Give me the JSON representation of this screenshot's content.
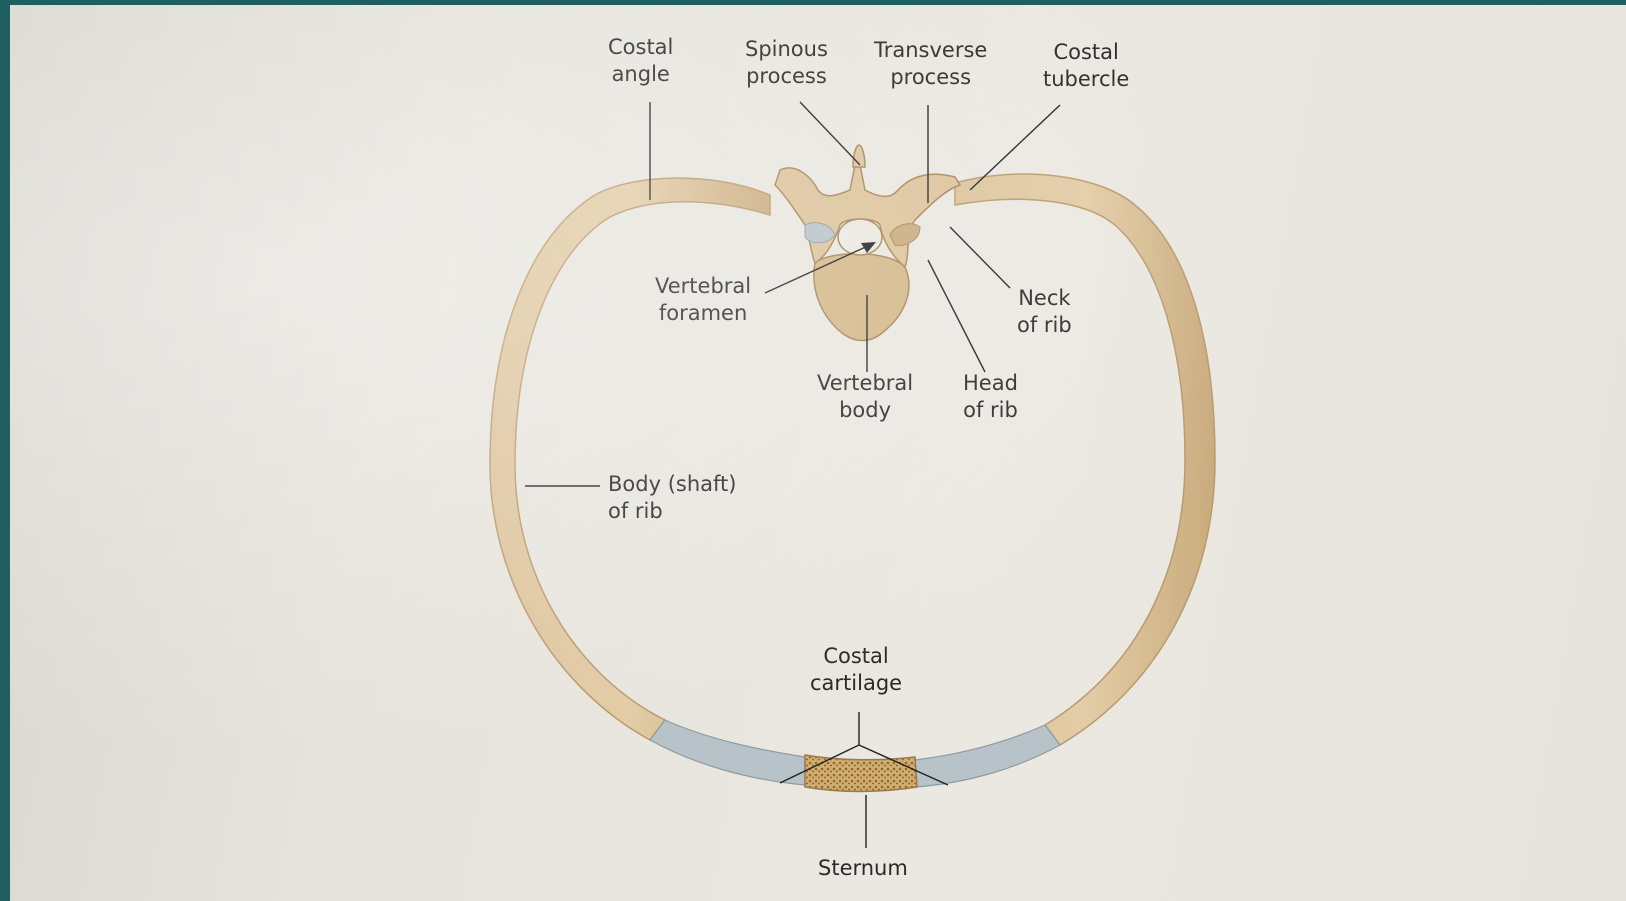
{
  "labels": {
    "costal_angle": [
      "Costal",
      "angle"
    ],
    "spinous_process": [
      "Spinous",
      "process"
    ],
    "transverse_process": [
      "Transverse",
      "process"
    ],
    "costal_tubercle": [
      "Costal",
      "tubercle"
    ],
    "vertebral_foramen": [
      "Vertebral",
      "foramen"
    ],
    "neck_of_rib": [
      "Neck",
      "of rib"
    ],
    "vertebral_body": [
      "Vertebral",
      "body"
    ],
    "head_of_rib": [
      "Head",
      "of rib"
    ],
    "body_shaft_of_rib": [
      "Body (shaft)",
      "of rib"
    ],
    "costal_cartilage": [
      "Costal",
      "cartilage"
    ],
    "sternum": [
      "Sternum"
    ]
  },
  "colors": {
    "bone": "#d9bf95",
    "bone_edge": "#b99a6c",
    "cartilage": "#b7c3c8",
    "leader": "#222222",
    "background": "#1f5f60"
  }
}
